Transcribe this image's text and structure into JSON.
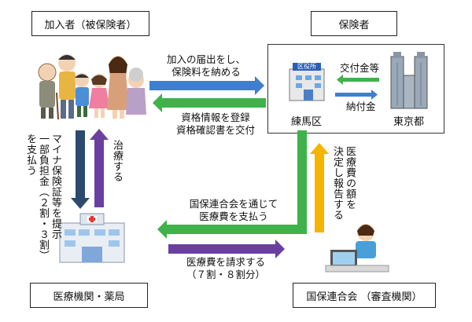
{
  "boxes": {
    "insured": "加入者（被保険者）",
    "insurer": "保険者",
    "medical": "医療機関・薬局",
    "federation": "国保連合会 （審査機関）"
  },
  "places": {
    "ward": "練馬区",
    "metro": "東京都",
    "ward_sign": "区役所"
  },
  "arrows": {
    "enroll": [
      "加入の届出をし、",
      "保険料を納める"
    ],
    "register": [
      "資格情報を登録",
      "資格確認書を交付"
    ],
    "grant": "交付金等",
    "pay": "納付金",
    "treat": "治療する",
    "copay": [
      "マイナ保険証等を提示",
      "一部負担金（２割・３割）",
      "を支払う"
    ],
    "decide": [
      "医療費の額を",
      "決定し報告する"
    ],
    "pay_med": [
      "国保連合会を通じて",
      "医療費を支払う"
    ],
    "claim": [
      "医療費を請求する",
      "（７割・８割分）"
    ]
  },
  "colors": {
    "blue": "#3f7fcf",
    "green": "#3fb24a",
    "purple": "#6b3fa0",
    "navy": "#2b4a6e",
    "yellow": "#f4b400"
  }
}
